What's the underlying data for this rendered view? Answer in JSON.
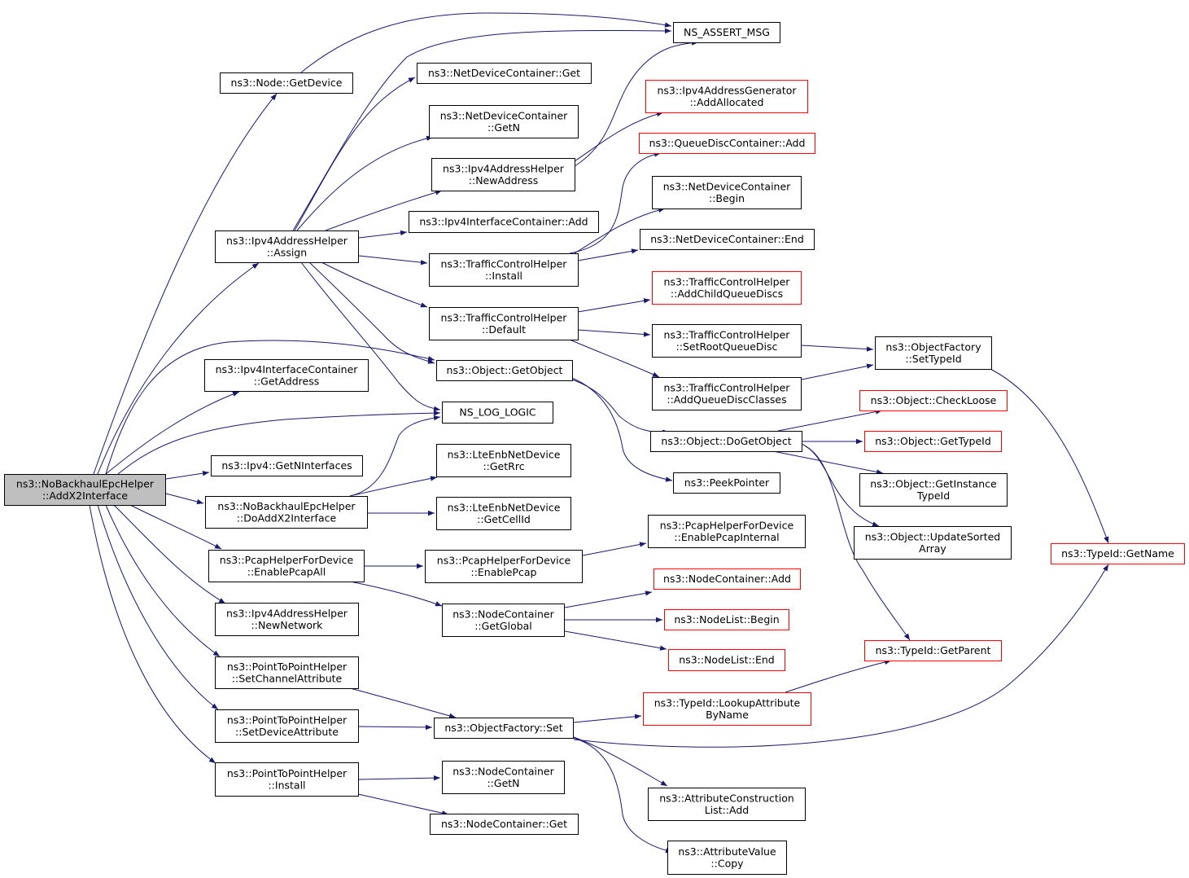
{
  "colors": {
    "edge": "#191970",
    "root_fill": "#bfbfbf",
    "truncated_border": "#ff0000",
    "node_border": "#000000"
  },
  "nodes": {
    "root": {
      "lines": [
        "ns3::NoBackhaulEpcHelper",
        "::AddX2Interface"
      ],
      "style": "root"
    },
    "node_getdevice": {
      "lines": [
        "ns3::Node::GetDevice"
      ],
      "style": "normal"
    },
    "ipv4addrhelper_assign": {
      "lines": [
        "ns3::Ipv4AddressHelper",
        "::Assign"
      ],
      "style": "normal"
    },
    "ipv4ifcontainer_getaddress": {
      "lines": [
        "ns3::Ipv4InterfaceContainer",
        "::GetAddress"
      ],
      "style": "normal"
    },
    "ipv4_getninterfaces": {
      "lines": [
        "ns3::Ipv4::GetNInterfaces"
      ],
      "style": "normal"
    },
    "doaddx2interface": {
      "lines": [
        "ns3::NoBackhaulEpcHelper",
        "::DoAddX2Interface"
      ],
      "style": "normal"
    },
    "pcap_enableall": {
      "lines": [
        "ns3::PcapHelperForDevice",
        "::EnablePcapAll"
      ],
      "style": "normal"
    },
    "ipv4addrhelper_newnetwork": {
      "lines": [
        "ns3::Ipv4AddressHelper",
        "::NewNetwork"
      ],
      "style": "normal"
    },
    "p2p_setchannelattr": {
      "lines": [
        "ns3::PointToPointHelper",
        "::SetChannelAttribute"
      ],
      "style": "normal"
    },
    "p2p_setdeviceattr": {
      "lines": [
        "ns3::PointToPointHelper",
        "::SetDeviceAttribute"
      ],
      "style": "normal"
    },
    "p2p_install": {
      "lines": [
        "ns3::PointToPointHelper",
        "::Install"
      ],
      "style": "normal"
    },
    "ns_assert_msg": {
      "lines": [
        "NS_ASSERT_MSG"
      ],
      "style": "normal"
    },
    "ndc_get": {
      "lines": [
        "ns3::NetDeviceContainer::Get"
      ],
      "style": "normal"
    },
    "ndc_getn": {
      "lines": [
        "ns3::NetDeviceContainer",
        "::GetN"
      ],
      "style": "normal"
    },
    "ipv4addrhelper_newaddress": {
      "lines": [
        "ns3::Ipv4AddressHelper",
        "::NewAddress"
      ],
      "style": "normal"
    },
    "ipv4ifcontainer_add": {
      "lines": [
        "ns3::Ipv4InterfaceContainer::Add"
      ],
      "style": "normal"
    },
    "tch_install": {
      "lines": [
        "ns3::TrafficControlHelper",
        "::Install"
      ],
      "style": "normal"
    },
    "tch_default": {
      "lines": [
        "ns3::TrafficControlHelper",
        "::Default"
      ],
      "style": "normal"
    },
    "object_getobject": {
      "lines": [
        "ns3::Object::GetObject"
      ],
      "style": "normal"
    },
    "ns_log_logic": {
      "lines": [
        "NS_LOG_LOGIC"
      ],
      "style": "normal"
    },
    "lteenb_getrrc": {
      "lines": [
        "ns3::LteEnbNetDevice",
        "::GetRrc"
      ],
      "style": "normal"
    },
    "lteenb_getcellid": {
      "lines": [
        "ns3::LteEnbNetDevice",
        "::GetCellId"
      ],
      "style": "normal"
    },
    "pcap_enable": {
      "lines": [
        "ns3::PcapHelperForDevice",
        "::EnablePcap"
      ],
      "style": "normal"
    },
    "nc_getglobal": {
      "lines": [
        "ns3::NodeContainer",
        "::GetGlobal"
      ],
      "style": "normal"
    },
    "objectfactory_set": {
      "lines": [
        "ns3::ObjectFactory::Set"
      ],
      "style": "normal"
    },
    "nc_getn": {
      "lines": [
        "ns3::NodeContainer",
        "::GetN"
      ],
      "style": "normal"
    },
    "nc_get": {
      "lines": [
        "ns3::NodeContainer::Get"
      ],
      "style": "normal"
    },
    "ipv4addrgen_addallocated": {
      "lines": [
        "ns3::Ipv4AddressGenerator",
        "::AddAllocated"
      ],
      "style": "red"
    },
    "qdc_add": {
      "lines": [
        "ns3::QueueDiscContainer::Add"
      ],
      "style": "red"
    },
    "ndc_begin": {
      "lines": [
        "ns3::NetDeviceContainer",
        "::Begin"
      ],
      "style": "normal"
    },
    "ndc_end": {
      "lines": [
        "ns3::NetDeviceContainer::End"
      ],
      "style": "normal"
    },
    "tch_addchildqueuediscs": {
      "lines": [
        "ns3::TrafficControlHelper",
        "::AddChildQueueDiscs"
      ],
      "style": "red"
    },
    "tch_setrootqueuedisc": {
      "lines": [
        "ns3::TrafficControlHelper",
        "::SetRootQueueDisc"
      ],
      "style": "normal"
    },
    "tch_addqueuediscclasses": {
      "lines": [
        "ns3::TrafficControlHelper",
        "::AddQueueDiscClasses"
      ],
      "style": "normal"
    },
    "object_dogetobject": {
      "lines": [
        "ns3::Object::DoGetObject"
      ],
      "style": "normal"
    },
    "peekpointer": {
      "lines": [
        "ns3::PeekPointer"
      ],
      "style": "normal"
    },
    "pcap_enableinternal": {
      "lines": [
        "ns3::PcapHelperForDevice",
        "::EnablePcapInternal"
      ],
      "style": "normal"
    },
    "nc_add": {
      "lines": [
        "ns3::NodeContainer::Add"
      ],
      "style": "red"
    },
    "nodelist_begin": {
      "lines": [
        "ns3::NodeList::Begin"
      ],
      "style": "red"
    },
    "nodelist_end": {
      "lines": [
        "ns3::NodeList::End"
      ],
      "style": "red"
    },
    "typeid_lookupattr": {
      "lines": [
        "ns3::TypeId::LookupAttribute",
        "ByName"
      ],
      "style": "red"
    },
    "attrconstruction_add": {
      "lines": [
        "ns3::AttributeConstruction",
        "List::Add"
      ],
      "style": "normal"
    },
    "attrvalue_copy": {
      "lines": [
        "ns3::AttributeValue",
        "::Copy"
      ],
      "style": "normal"
    },
    "objectfactory_settypeid": {
      "lines": [
        "ns3::ObjectFactory",
        "::SetTypeId"
      ],
      "style": "normal"
    },
    "object_checkloose": {
      "lines": [
        "ns3::Object::CheckLoose"
      ],
      "style": "red"
    },
    "object_gettypeid": {
      "lines": [
        "ns3::Object::GetTypeId"
      ],
      "style": "red"
    },
    "object_getinstancetypeid": {
      "lines": [
        "ns3::Object::GetInstance",
        "TypeId"
      ],
      "style": "normal"
    },
    "object_updatesortedarray": {
      "lines": [
        "ns3::Object::UpdateSorted",
        "Array"
      ],
      "style": "normal"
    },
    "typeid_getparent": {
      "lines": [
        "ns3::TypeId::GetParent"
      ],
      "style": "red"
    },
    "typeid_getname": {
      "lines": [
        "ns3::TypeId::GetName"
      ],
      "style": "red"
    }
  },
  "edges": [
    [
      "root",
      "node_getdevice"
    ],
    [
      "root",
      "ipv4addrhelper_assign"
    ],
    [
      "root",
      "object_getobject"
    ],
    [
      "root",
      "ipv4ifcontainer_getaddress"
    ],
    [
      "root",
      "ns_log_logic"
    ],
    [
      "root",
      "ipv4_getninterfaces"
    ],
    [
      "root",
      "doaddx2interface"
    ],
    [
      "root",
      "pcap_enableall"
    ],
    [
      "root",
      "ipv4addrhelper_newnetwork"
    ],
    [
      "root",
      "p2p_setchannelattr"
    ],
    [
      "root",
      "p2p_setdeviceattr"
    ],
    [
      "root",
      "p2p_install"
    ],
    [
      "node_getdevice",
      "ns_assert_msg"
    ],
    [
      "ipv4addrhelper_assign",
      "ns_assert_msg"
    ],
    [
      "ipv4addrhelper_assign",
      "ndc_get"
    ],
    [
      "ipv4addrhelper_assign",
      "ndc_getn"
    ],
    [
      "ipv4addrhelper_assign",
      "ipv4addrhelper_newaddress"
    ],
    [
      "ipv4addrhelper_assign",
      "ipv4ifcontainer_add"
    ],
    [
      "ipv4addrhelper_assign",
      "tch_install"
    ],
    [
      "ipv4addrhelper_assign",
      "tch_default"
    ],
    [
      "ipv4addrhelper_assign",
      "object_getobject"
    ],
    [
      "ipv4addrhelper_assign",
      "ns_log_logic"
    ],
    [
      "ipv4addrhelper_newaddress",
      "ns_assert_msg"
    ],
    [
      "ipv4addrhelper_newaddress",
      "ipv4addrgen_addallocated"
    ],
    [
      "tch_install",
      "qdc_add"
    ],
    [
      "tch_install",
      "ndc_begin"
    ],
    [
      "tch_install",
      "ndc_end"
    ],
    [
      "tch_default",
      "tch_addchildqueuediscs"
    ],
    [
      "tch_default",
      "tch_setrootqueuedisc"
    ],
    [
      "tch_default",
      "tch_addqueuediscclasses"
    ],
    [
      "tch_setrootqueuedisc",
      "objectfactory_settypeid"
    ],
    [
      "tch_addqueuediscclasses",
      "objectfactory_settypeid"
    ],
    [
      "objectfactory_settypeid",
      "typeid_getname"
    ],
    [
      "object_getobject",
      "object_dogetobject"
    ],
    [
      "object_getobject",
      "peekpointer"
    ],
    [
      "object_dogetobject",
      "object_checkloose"
    ],
    [
      "object_dogetobject",
      "object_gettypeid"
    ],
    [
      "object_dogetobject",
      "object_getinstancetypeid"
    ],
    [
      "object_dogetobject",
      "object_updatesortedarray"
    ],
    [
      "object_dogetobject",
      "typeid_getparent"
    ],
    [
      "doaddx2interface",
      "ns_log_logic"
    ],
    [
      "doaddx2interface",
      "lteenb_getrrc"
    ],
    [
      "doaddx2interface",
      "lteenb_getcellid"
    ],
    [
      "pcap_enableall",
      "pcap_enable"
    ],
    [
      "pcap_enableall",
      "nc_getglobal"
    ],
    [
      "pcap_enable",
      "pcap_enableinternal"
    ],
    [
      "nc_getglobal",
      "nc_add"
    ],
    [
      "nc_getglobal",
      "nodelist_begin"
    ],
    [
      "nc_getglobal",
      "nodelist_end"
    ],
    [
      "p2p_setchannelattr",
      "objectfactory_set"
    ],
    [
      "p2p_setdeviceattr",
      "objectfactory_set"
    ],
    [
      "p2p_install",
      "nc_getn"
    ],
    [
      "p2p_install",
      "nc_get"
    ],
    [
      "objectfactory_set",
      "typeid_lookupattr"
    ],
    [
      "objectfactory_set",
      "typeid_getname"
    ],
    [
      "objectfactory_set",
      "attrconstruction_add"
    ],
    [
      "objectfactory_set",
      "attrvalue_copy"
    ],
    [
      "typeid_lookupattr",
      "typeid_getparent"
    ]
  ]
}
